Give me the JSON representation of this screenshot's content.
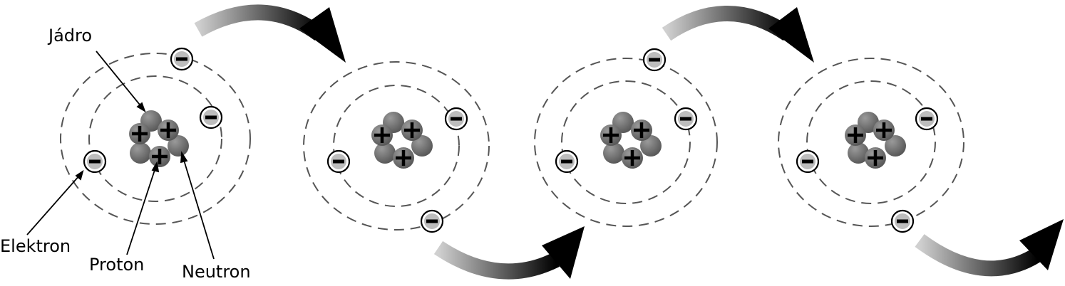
{
  "labels": {
    "nucleus": "Jádro",
    "electron": "Elektron",
    "proton": "Proton",
    "neutron": "Neutron"
  },
  "symbols": {
    "electron_sign": "−",
    "proton_sign": "+"
  },
  "colors": {
    "nucleon": "#6e6e6e",
    "orbit": "#555555",
    "arrow_dark": "#000000",
    "arrow_light": "#d0d0d0"
  },
  "atoms": [
    {
      "name": "atom-1",
      "protons": 3,
      "neutrons": 3,
      "electrons": 3
    },
    {
      "name": "atom-2",
      "protons": 3,
      "neutrons": 3,
      "electrons": 3
    },
    {
      "name": "atom-3",
      "protons": 3,
      "neutrons": 3,
      "electrons": 3
    },
    {
      "name": "atom-4",
      "protons": 3,
      "neutrons": 3,
      "electrons": 3
    }
  ]
}
